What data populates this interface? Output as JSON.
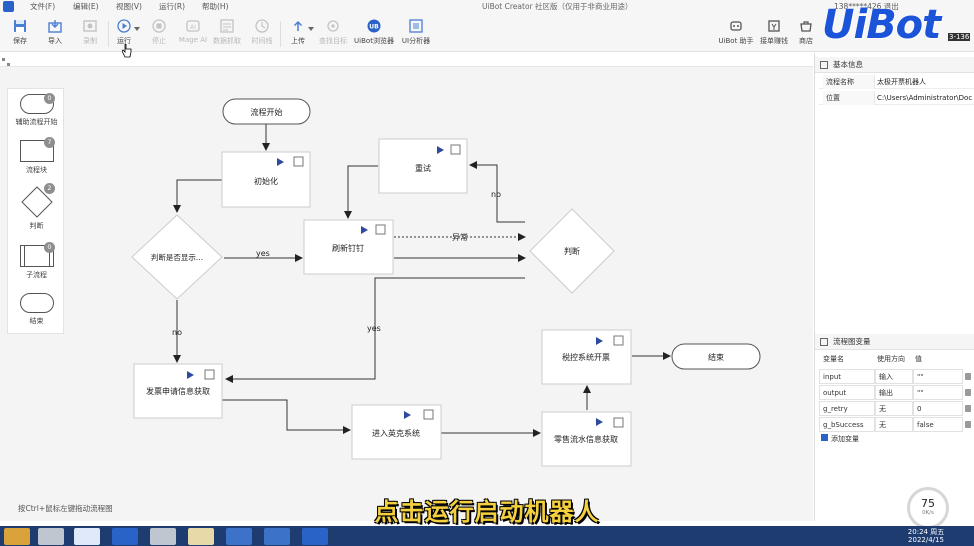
{
  "window": {
    "title": "UiBot Creator 社区版（仅用于非商业用途）",
    "user": "138*****426  退出",
    "logo": "UiBot"
  },
  "menu": [
    "文件(F)",
    "编辑(E)",
    "视图(V)",
    "运行(R)",
    "帮助(H)"
  ],
  "toolbar": {
    "items": [
      {
        "label": "保存",
        "icon": "save-icon",
        "enabled": true
      },
      {
        "label": "导入",
        "icon": "import-icon",
        "enabled": true
      },
      {
        "label": "录制",
        "icon": "record-icon",
        "enabled": false
      },
      {
        "label": "运行",
        "icon": "run-icon",
        "enabled": true
      },
      {
        "label": "停止",
        "icon": "stop-icon",
        "enabled": false
      },
      {
        "label": "Mage AI",
        "icon": "mage-ai-icon",
        "enabled": false
      },
      {
        "label": "数据抓取",
        "icon": "data-scrape-icon",
        "enabled": false
      },
      {
        "label": "时间线",
        "icon": "timeline-icon",
        "enabled": false
      },
      {
        "label": "上传",
        "icon": "upload-icon",
        "enabled": true
      },
      {
        "label": "查找目标",
        "icon": "find-target-icon",
        "enabled": false
      },
      {
        "label": "UiBot浏览器",
        "icon": "uibot-browser-icon",
        "enabled": true
      },
      {
        "label": "UI分析器",
        "icon": "ui-analyzer-icon",
        "enabled": true
      }
    ],
    "right_items": [
      {
        "label": "UiBot 助手",
        "icon": "assistant-icon"
      },
      {
        "label": "接单赚钱",
        "icon": "earn-icon"
      },
      {
        "label": "商店",
        "icon": "store-icon"
      }
    ],
    "version_fragment": "3-136"
  },
  "palette": {
    "items": [
      {
        "label": "辅助流程开始",
        "count": "0"
      },
      {
        "label": "流程块",
        "count": "7"
      },
      {
        "label": "判断",
        "count": "2"
      },
      {
        "label": "子流程",
        "count": "0"
      },
      {
        "label": "结束",
        "count": ""
      }
    ]
  },
  "flow": {
    "start": "流程开始",
    "init": "初始化",
    "check": "判断是否显示...",
    "retry": "重试",
    "refresh": "刷新钉钉",
    "judge": "判断",
    "invoice_info": "发票申请信息获取",
    "enter_sys": "进入英克系统",
    "retail": "零售流水信息获取",
    "tax": "税控系统开票",
    "end": "结束",
    "labels": {
      "yes1": "yes",
      "no1": "no",
      "yes2": "yes",
      "no2": "no",
      "abnormal": "异常"
    }
  },
  "canvas": {
    "hint": "按Ctrl+鼠标左键拖动流程图"
  },
  "props": {
    "basic_title": "基本信息",
    "rows": [
      {
        "key": "流程名称",
        "value": "太极开票机器人"
      },
      {
        "key": "位置",
        "value": "C:\\Users\\Administrator\\Doc"
      }
    ],
    "vars_title": "流程图变量",
    "vars_cols": [
      "变量名",
      "使用方向",
      "值"
    ],
    "vars": [
      {
        "name": "input",
        "dir": "输入",
        "value": "\"\""
      },
      {
        "name": "output",
        "dir": "输出",
        "value": "\"\""
      },
      {
        "name": "g_retry",
        "dir": "无",
        "value": "0"
      },
      {
        "name": "g_bSuccess",
        "dir": "无",
        "value": "false"
      }
    ],
    "add_var": "添加变量"
  },
  "gauge": {
    "percent": "75",
    "rate": "0K/s"
  },
  "subtitle": "点击运行启动机器人",
  "taskbar": {
    "time": "20:24 周五",
    "date": "2022/4/15"
  },
  "colors": {
    "accent": "#2a63c8",
    "subtitle": "#f4d03f",
    "taskbar": "#1e3c70"
  }
}
